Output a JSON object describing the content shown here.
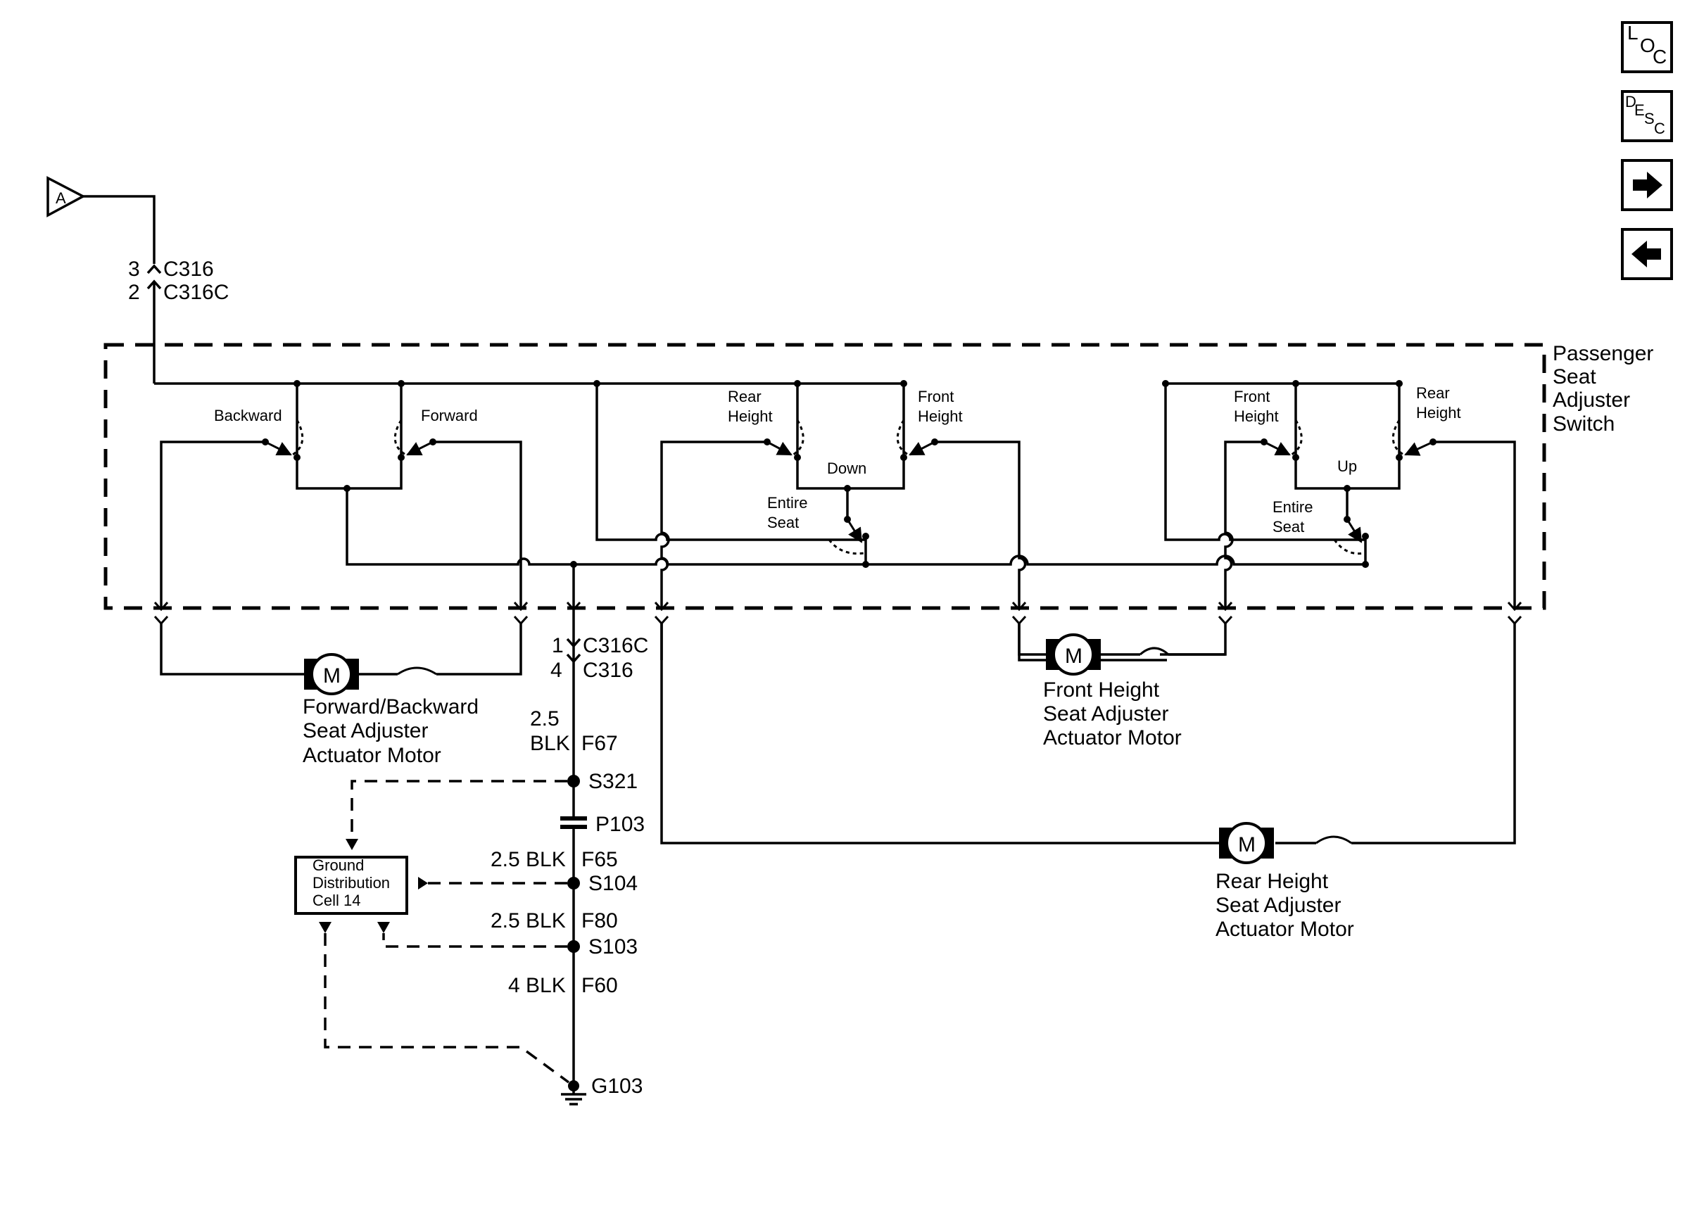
{
  "nav": {
    "loc": {
      "top": "L",
      "mid": "O",
      "bot": "C"
    },
    "desc": {
      "top": "D",
      "mid": "E",
      "bot": "S",
      "tail": "C"
    },
    "next_icon": "arrow-right-icon",
    "prev_icon": "arrow-left-icon"
  },
  "offpage": {
    "label": "A"
  },
  "connectors": {
    "top_pin_a": "3",
    "top_name_a": "C316",
    "top_pin_b": "2",
    "top_name_b": "C316C",
    "bot_pin_a": "1",
    "bot_name_a": "C316C",
    "bot_pin_b": "4",
    "bot_name_b": "C316"
  },
  "switch": {
    "title_lines": [
      "Passenger",
      "Seat",
      "Adjuster",
      "Switch"
    ],
    "backward": "Backward",
    "forward": "Forward",
    "mid_rear_a": "Rear",
    "mid_rear_b": "Height",
    "mid_front_a": "Front",
    "mid_front_b": "Height",
    "down": "Down",
    "mid_entire_a": "Entire",
    "mid_entire_b": "Seat",
    "right_front_a": "Front",
    "right_front_b": "Height",
    "right_rear_a": "Rear",
    "right_rear_b": "Height",
    "up": "Up",
    "right_entire_a": "Entire",
    "right_entire_b": "Seat"
  },
  "motors": {
    "symbol": "M",
    "fb": [
      "Forward/Backward",
      "Seat Adjuster",
      "Actuator Motor"
    ],
    "front": [
      "Front Height",
      "Seat Adjuster",
      "Actuator Motor"
    ],
    "rear": [
      "Rear Height",
      "Seat Adjuster",
      "Actuator Motor"
    ]
  },
  "ground_path": {
    "w1_gauge_a": "2.5",
    "w1_gauge_b": "BLK",
    "w1_circuit": "F67",
    "s321": "S321",
    "p103": "P103",
    "w2_gauge": "2.5 BLK",
    "w2_circuit": "F65",
    "s104": "S104",
    "w3_gauge": "2.5 BLK",
    "w3_circuit": "F80",
    "s103": "S103",
    "w4_gauge": "4 BLK",
    "w4_circuit": "F60",
    "g103": "G103"
  },
  "gdc": [
    "Ground",
    "Distribution",
    "Cell 14"
  ]
}
